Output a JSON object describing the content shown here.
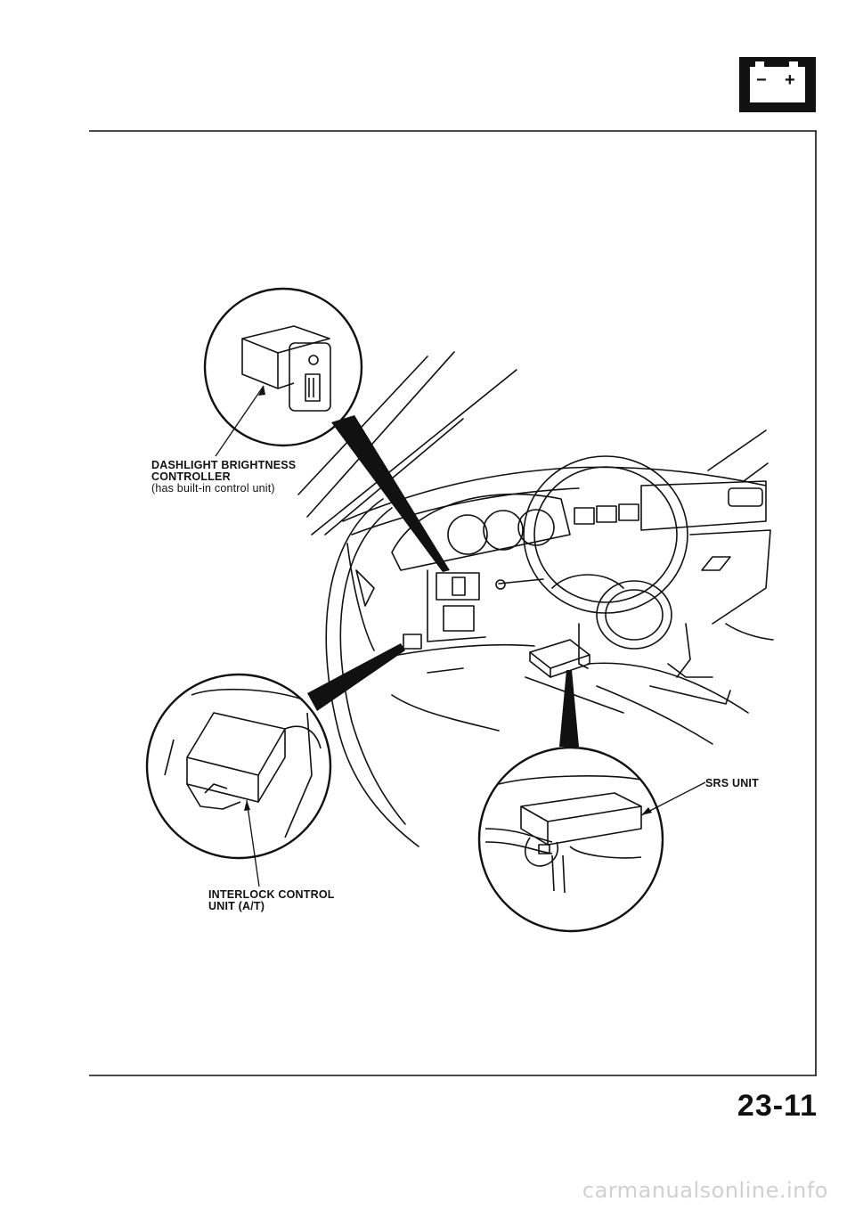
{
  "header": {
    "battery_icon": "battery-icon",
    "battery_minus": "−",
    "battery_plus": "+"
  },
  "callouts": {
    "dashlight_line1": "DASHLIGHT BRIGHTNESS",
    "dashlight_line2": "CONTROLLER",
    "dashlight_note": "(has built-in control unit)",
    "srs_unit": "SRS UNIT",
    "interlock_line1": "INTERLOCK CONTROL",
    "interlock_line2": "UNIT (A/T)"
  },
  "footer": {
    "page_number": "23-11",
    "watermark": "carmanualsonline.info"
  }
}
